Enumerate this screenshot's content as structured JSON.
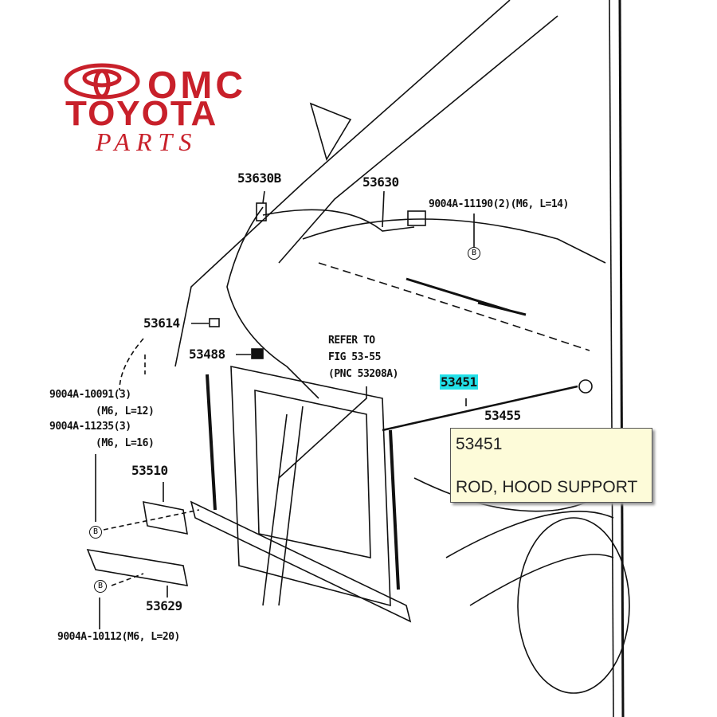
{
  "logo": {
    "line1": "OMC",
    "line2": "TOYOTA",
    "line3": "PARTS"
  },
  "labels": {
    "p53630b": "53630B",
    "p53630": "53630",
    "bolt_11190": "9004A-11190(2)(M6, L=14)",
    "p53614": "53614",
    "p53488": "53488",
    "refer1": "REFER TO",
    "refer2": "FIG 53-55",
    "refer3": "(PNC 53208A)",
    "p53451": "53451",
    "p53455": "53455",
    "bolt_10091": "9004A-10091(3)",
    "bolt_10091_spec": "(M6, L=12)",
    "bolt_11235": "9004A-11235(3)",
    "bolt_11235_spec": "(M6, L=16)",
    "p53510": "53510",
    "p53629": "53629",
    "bolt_10112": "9004A-10112(M6, L=20)",
    "marker": "B"
  },
  "tooltip": {
    "part_number": "53451",
    "description": "ROD, HOOD SUPPORT"
  },
  "colors": {
    "brand": "#c8202a",
    "highlight": "#22e0e8",
    "tooltip_bg": "#fdfbd9"
  }
}
